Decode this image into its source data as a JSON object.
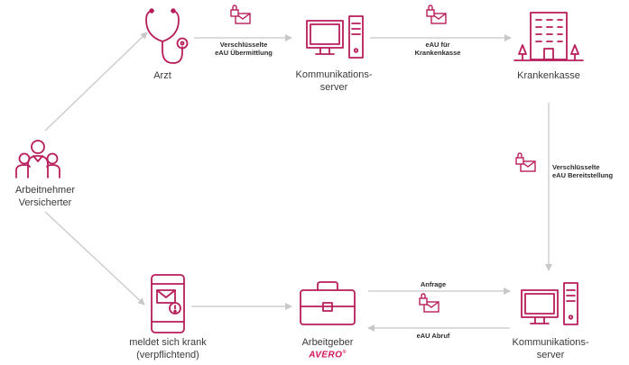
{
  "colors": {
    "icon": "#b81d5b",
    "arrow": "#c8c8c8",
    "text": "#333333",
    "brand": "#d4145a"
  },
  "nodes": {
    "arbeitnehmer": {
      "label": "Arbeitnehmer\nVersicherter",
      "icon": "people-group-icon"
    },
    "arzt": {
      "label": "Arzt",
      "icon": "stethoscope-icon"
    },
    "server_top": {
      "label": "Kommunikations-\nserver",
      "icon": "computer-server-icon"
    },
    "krankenkasse": {
      "label": "Krankenkasse",
      "icon": "office-building-icon"
    },
    "phone": {
      "label": "meldet sich krank\n(verpflichtend)",
      "icon": "smartphone-mail-icon"
    },
    "arbeitgeber": {
      "label": "Arbeitgeber",
      "brand": "AVERO",
      "icon": "briefcase-icon"
    },
    "server_bottom": {
      "label": "Kommunikations-\nserver",
      "icon": "computer-server-icon"
    }
  },
  "edges": {
    "arzt_server": "Verschlüsselte\neAU Übermittlung",
    "server_kasse": "eAU für\nKrankenkasse",
    "kasse_server": "Verschlüsselte\neAU Bereitstellung",
    "anfrage": "Anfrage",
    "abruf": "eAU Abruf"
  }
}
